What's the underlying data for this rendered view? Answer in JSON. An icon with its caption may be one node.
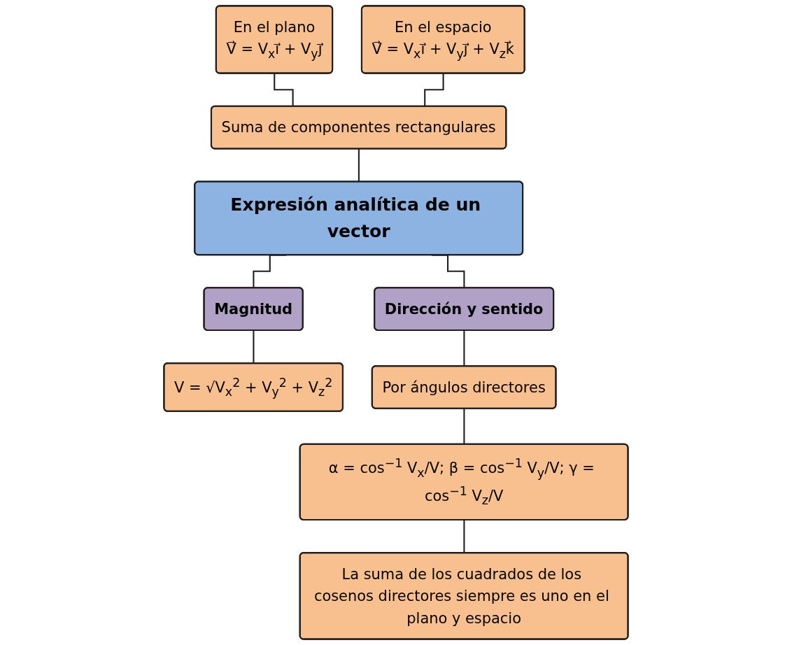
{
  "diagram": {
    "nodes": [
      {
        "text": [
          "En el plano",
          "V⃗ = V$_{x}$i⃗ + V$_{y}$j⃗"
        ]
      },
      {
        "text": [
          "En el espacio",
          "V⃗ = V$_{x}$i⃗ + V$_{y}$j⃗ + V$_{z}$k⃗"
        ]
      },
      {
        "text": [
          "Suma de componentes rectangulares"
        ]
      },
      {
        "text": [
          "Expresión analítica de un vector"
        ]
      },
      {
        "text": [
          "Dirección y sentido"
        ]
      },
      {
        "text": [
          "Magnitud"
        ]
      },
      {
        "text": [
          "V = √V$_{x}$$^{2}$ + V$_{y}$$^{2}$ + V$_{z}$$^{2}$"
        ]
      },
      {
        "text": [
          "Por ángulos directores"
        ]
      },
      {
        "text": [
          "α = cos$^{−1}$ V$_{x}$/V; β = cos$^{−1}$ V$_{y}$/V; γ = cos$^{−1}$ V$_{z}$/V"
        ]
      },
      {
        "text": [
          "La suma de los cuadrados de los cosenos directores siempre es uno en el plano y espacio"
        ]
      }
    ],
    "edges": [
      {
        "from": 0,
        "to": 2,
        "arrow": "none"
      },
      {
        "from": 1,
        "to": 2,
        "arrow": "none"
      },
      {
        "from": 2,
        "to": 3,
        "arrow": "none"
      },
      {
        "from": 3,
        "to": 4,
        "arrow": "none"
      },
      {
        "from": 3,
        "to": 5,
        "arrow": "none"
      },
      {
        "from": 5,
        "to": 6,
        "arrow": "none"
      },
      {
        "from": 4,
        "to": 7,
        "arrow": "none"
      },
      {
        "from": 7,
        "to": 8,
        "arrow": "none"
      },
      {
        "from": 8,
        "to": 9,
        "arrow": "none"
      }
    ]
  }
}
